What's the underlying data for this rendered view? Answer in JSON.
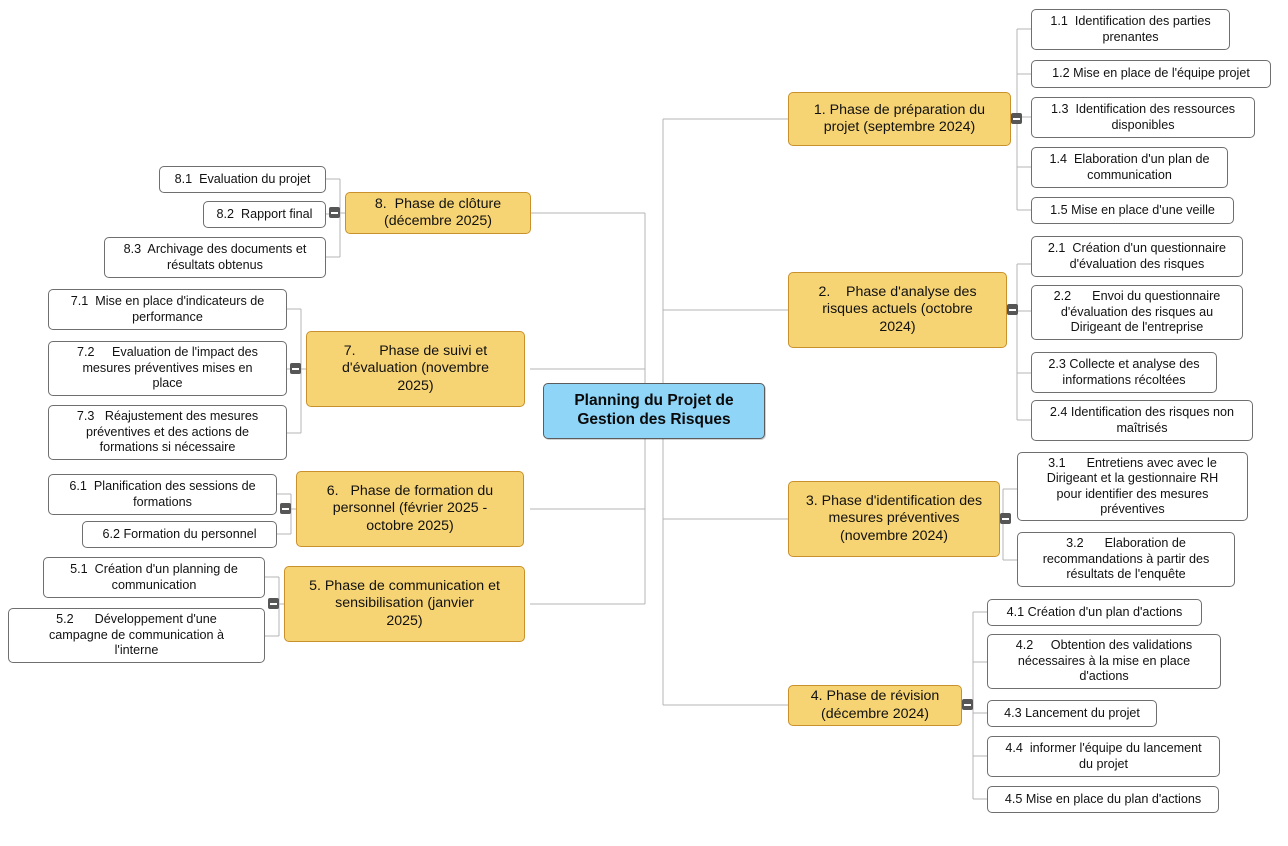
{
  "diagram": {
    "title": "Planning du Projet de Gestion des Risques",
    "type": "mind-map",
    "colors": {
      "root_fill": "#8ED5F8",
      "root_border": "#5c5c5c",
      "phase_fill": "#F7D473",
      "phase_border": "#C9912B",
      "leaf_fill": "#FFFFFF",
      "leaf_border": "#6F6F6F",
      "connector": "#B4B4B4",
      "toggle_fill": "#565656",
      "background": "#FFFFFF"
    }
  },
  "root": {
    "label": "Planning du Projet de\nGestion des Risques"
  },
  "toggles": {
    "collapse_label": "minus"
  },
  "branches": [
    {
      "id": "phase-1",
      "side": "right",
      "label": "1. Phase de préparation du\nprojet (septembre 2024)",
      "children": [
        {
          "label": "1.1  Identification des parties\nprenantes"
        },
        {
          "label": "1.2 Mise en place de l'équipe projet"
        },
        {
          "label": "1.3  Identification des ressources\ndisponibles"
        },
        {
          "label": "1.4  Elaboration d'un plan de\ncommunication"
        },
        {
          "label": "1.5 Mise en place d'une veille"
        }
      ]
    },
    {
      "id": "phase-2",
      "side": "right",
      "label": "2.    Phase d'analyse des\nrisques actuels (octobre\n2024)",
      "children": [
        {
          "label": "2.1  Création d'un questionnaire\nd'évaluation des risques"
        },
        {
          "label": "2.2      Envoi du questionnaire\nd'évaluation des risques au\nDirigeant de l'entreprise"
        },
        {
          "label": "2.3 Collecte et analyse des\ninformations récoltées"
        },
        {
          "label": "2.4 Identification des risques non\nmaîtrisés"
        }
      ]
    },
    {
      "id": "phase-3",
      "side": "right",
      "label": "3. Phase d'identification des\nmesures préventives\n(novembre 2024)",
      "children": [
        {
          "label": "3.1      Entretiens avec avec le\nDirigeant et la gestionnaire RH\npour identifier des mesures\npréventives"
        },
        {
          "label": "3.2      Elaboration de\nrecommandations à partir des\nrésultats de l'enquête"
        }
      ]
    },
    {
      "id": "phase-4",
      "side": "right",
      "label": "4. Phase de révision\n(décembre 2024)",
      "children": [
        {
          "label": "4.1 Création d'un plan d'actions"
        },
        {
          "label": "4.2     Obtention des validations\nnécessaires à la mise en place\nd'actions"
        },
        {
          "label": "4.3 Lancement du projet"
        },
        {
          "label": "4.4  informer l'équipe du lancement\ndu projet"
        },
        {
          "label": "4.5 Mise en place du plan d'actions"
        }
      ]
    },
    {
      "id": "phase-5",
      "side": "left",
      "label": "5. Phase de communication et\nsensibilisation (janvier\n2025)",
      "children": [
        {
          "label": "5.1  Création d'un planning de\ncommunication"
        },
        {
          "label": "5.2      Développement d'une\ncampagne de communication à\nl'interne"
        }
      ]
    },
    {
      "id": "phase-6",
      "side": "left",
      "label": "6.   Phase de formation du\npersonnel (février 2025 -\noctobre 2025)",
      "children": [
        {
          "label": "6.1  Planification des sessions de\nformations"
        },
        {
          "label": "6.2 Formation du personnel"
        }
      ]
    },
    {
      "id": "phase-7",
      "side": "left",
      "label": "7.      Phase de suivi et\nd'évaluation (novembre\n2025)",
      "children": [
        {
          "label": "7.1  Mise en place d'indicateurs de\nperformance"
        },
        {
          "label": "7.2     Evaluation de l'impact des\nmesures préventives mises en\nplace"
        },
        {
          "label": "7.3   Réajustement des mesures\npréventives et des actions de\nformations si nécessaire"
        }
      ]
    },
    {
      "id": "phase-8",
      "side": "left",
      "label": "8.  Phase de clôture\n(décembre 2025)",
      "children": [
        {
          "label": "8.1  Evaluation du projet"
        },
        {
          "label": "8.2  Rapport final"
        },
        {
          "label": "8.3  Archivage des documents et\nrésultats obtenus"
        }
      ]
    }
  ]
}
